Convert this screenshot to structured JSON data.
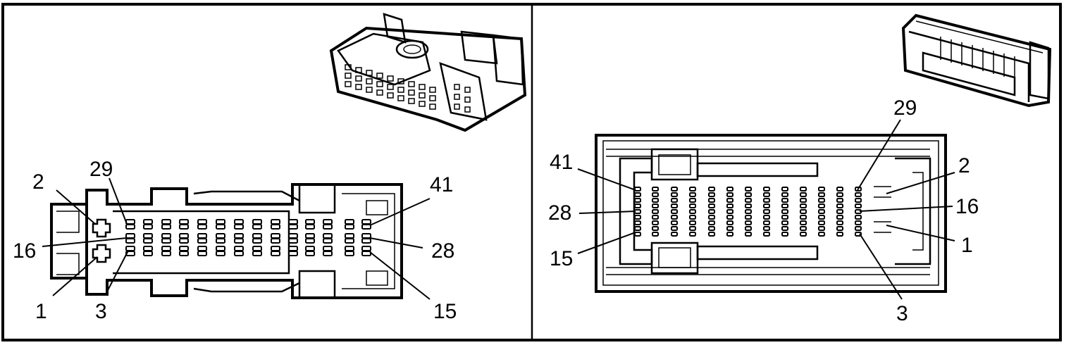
{
  "left_view": {
    "labels": {
      "pin_2": "2",
      "pin_29": "29",
      "pin_41": "41",
      "pin_16": "16",
      "pin_28": "28",
      "pin_1": "1",
      "pin_3": "3",
      "pin_15": "15"
    }
  },
  "right_view": {
    "labels": {
      "pin_29": "29",
      "pin_41": "41",
      "pin_2": "2",
      "pin_28": "28",
      "pin_16": "16",
      "pin_15": "15",
      "pin_1": "1",
      "pin_3": "3"
    }
  }
}
